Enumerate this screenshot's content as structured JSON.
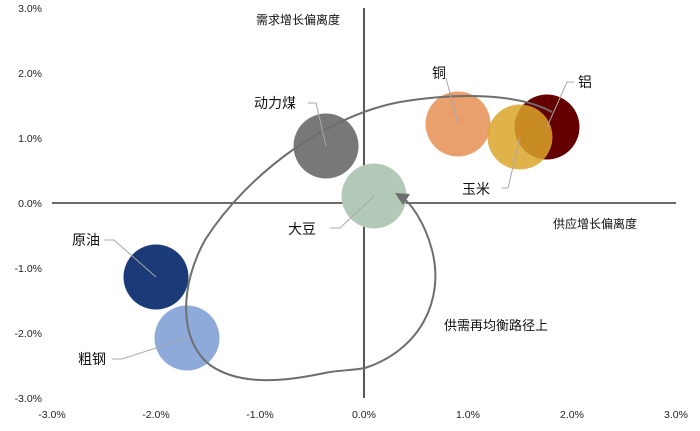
{
  "chart_data": {
    "type": "scatter",
    "subtype": "bubble",
    "title": "",
    "xlabel": "供应增长偏离度",
    "ylabel": "需求增长偏离度",
    "xlim": [
      -3.0,
      3.0
    ],
    "ylim": [
      -3.0,
      3.0
    ],
    "grid": false,
    "legend": "none",
    "x_ticks": [
      "-3.0%",
      "-2.0%",
      "-1.0%",
      "0.0%",
      "1.0%",
      "2.0%",
      "3.0%"
    ],
    "y_ticks": [
      "3.0%",
      "2.0%",
      "1.0%",
      "0.0%",
      "-1.0%",
      "-2.0%",
      "-3.0%"
    ],
    "points": [
      {
        "name": "原油",
        "x": -2.0,
        "y": -1.14,
        "color": "#1b3a78"
      },
      {
        "name": "粗钢",
        "x": -1.7,
        "y": -2.08,
        "color": "#8eaadb"
      },
      {
        "name": "动力煤",
        "x": -0.37,
        "y": 0.88,
        "color": "#787878"
      },
      {
        "name": "大豆",
        "x": 0.1,
        "y": 0.11,
        "color": "#b3c9b8"
      },
      {
        "name": "铜",
        "x": 0.9,
        "y": 1.22,
        "color": "#e9a06c"
      },
      {
        "name": "玉米",
        "x": 1.5,
        "y": 1.02,
        "color": "#dba52a"
      },
      {
        "name": "铝",
        "x": 1.76,
        "y": 1.17,
        "color": "#650000"
      }
    ],
    "annotations": [
      "供需再均衡路径上"
    ]
  },
  "axes": {
    "x_title": "供应增长偏离度",
    "y_title": "需求增长偏离度",
    "x_ticks": [
      "-3.0%",
      "-2.0%",
      "-1.0%",
      "0.0%",
      "1.0%",
      "2.0%",
      "3.0%"
    ],
    "y_ticks": [
      "3.0%",
      "2.0%",
      "1.0%",
      "0.0%",
      "-1.0%",
      "-2.0%",
      "-3.0%"
    ]
  },
  "labels": {
    "crude": "原油",
    "steel": "粗钢",
    "coal": "动力煤",
    "soy": "大豆",
    "copper": "铜",
    "corn": "玉米",
    "aluminum": "铝"
  },
  "annotation": "供需再均衡路径上"
}
